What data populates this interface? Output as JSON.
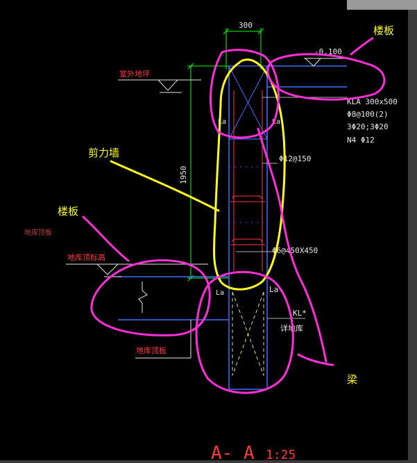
{
  "drawing": {
    "dim_width": "300",
    "dim_height": "1950",
    "elev_slab_top": "-0.100",
    "outdoor_ground": "室外地坪",
    "beam_tag": "KLA 300x500",
    "stirrup": "Φ8@100(2)",
    "main_bars": "3Φ20;3Φ20",
    "side_bars": "N4 Φ12",
    "wall_bar": "Φ12@150",
    "tie_bar": "Φ6@450X450",
    "basement_top_elev": "地库顶标高",
    "basement_top_slab": "地库顶板",
    "basement_roof_left": "地库顶板",
    "anchor_la": "La",
    "kl_ref": "KL*",
    "detail_ref": "详地库",
    "section_title": "A- A",
    "scale": "1:25"
  },
  "annotations": {
    "floor_slab_top": "楼板",
    "shear_wall": "剪力墙",
    "floor_slab_left": "楼板",
    "beam": "梁"
  },
  "colors": {
    "background": "#000000",
    "cad_green": "#00ff00",
    "cad_blue": "#3f6fff",
    "cad_red": "#ff3a3a",
    "cad_white": "#e8e8e8",
    "cad_yellow_dash": "#e0e070",
    "markup_magenta": "#ff2fd8",
    "markup_yellow": "#ffff20"
  }
}
